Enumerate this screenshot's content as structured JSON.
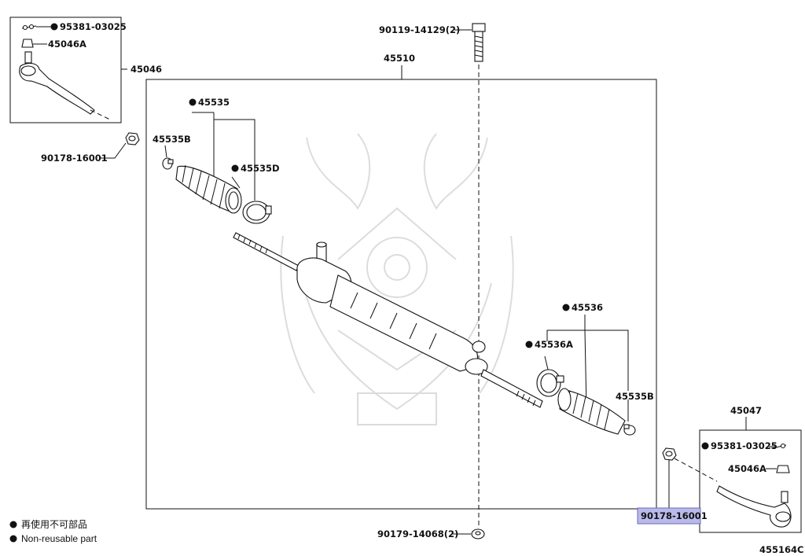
{
  "diagram_code": "455164C",
  "legend": {
    "jp": "再使用不可部品",
    "en": "Non-reusable part",
    "bullet": "●"
  },
  "assemblies": {
    "gear": "45510",
    "left_tie_rod": "45046",
    "right_tie_rod": "45047"
  },
  "parts": {
    "top_bolt": "90119-14129(2)",
    "bottom_nut": "90179-14068(2)",
    "left_nut": "90178-16001",
    "right_nut": "90178-16001",
    "left_cotter": "95381-03025",
    "left_castle_nut": "45046A",
    "right_cotter": "95381-03025",
    "right_castle_nut": "45046A",
    "left_boot_kit": "45535",
    "left_clamp_small": "45535B",
    "left_clamp_large": "45535D",
    "right_boot_kit": "45536",
    "right_clamp_large": "45536A",
    "right_clamp_small": "45535B"
  },
  "colors": {
    "highlight": "#b9b9ea",
    "line": "#111111",
    "watermark": "#d9d9d9"
  }
}
